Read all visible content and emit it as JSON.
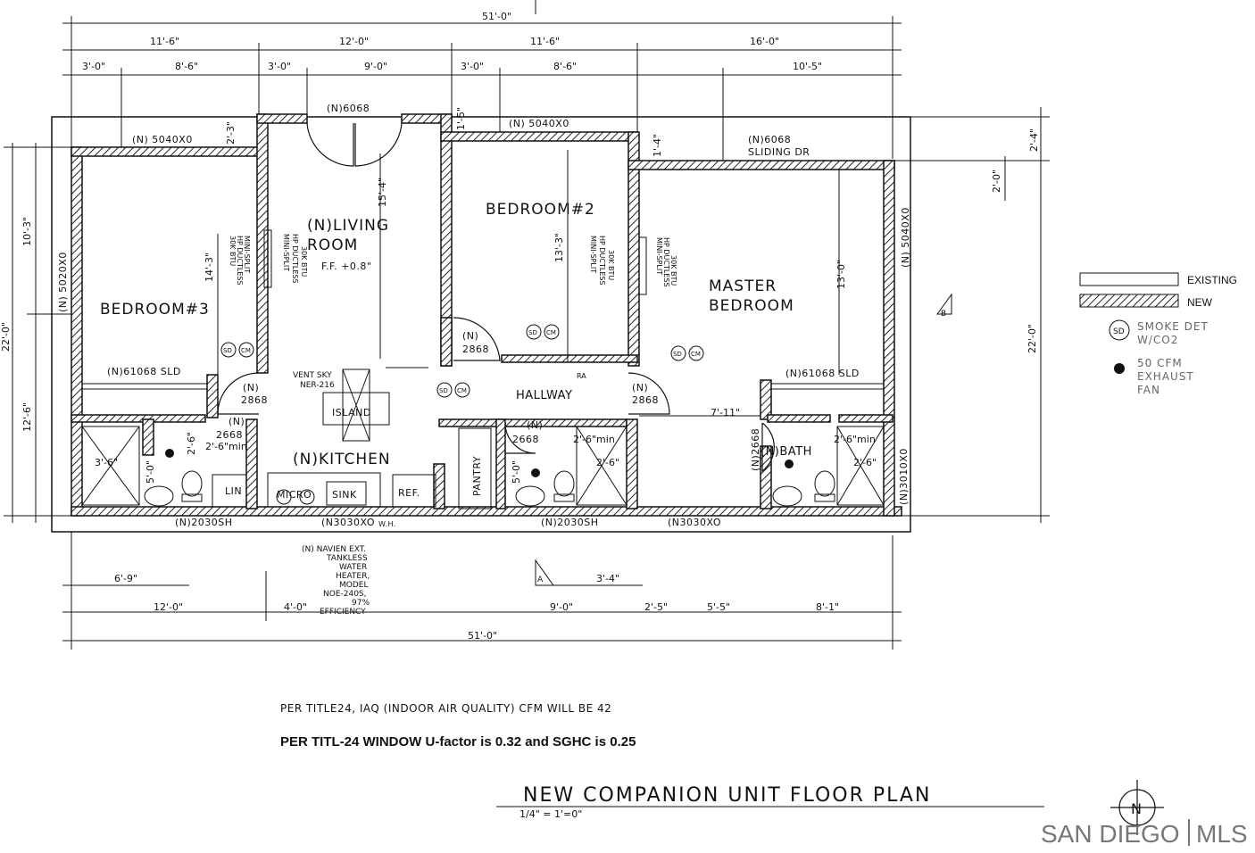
{
  "title": {
    "main": "NEW COMPANION UNIT FLOOR PLAN",
    "scale": "1/4\" = 1'=0\""
  },
  "notes": {
    "iaq": "PER TITLE24, IAQ (INDOOR AIR QUALITY) CFM WILL BE 42",
    "window": "PER TITL-24 WINDOW U-factor is 0.32 and SGHC is 0.25"
  },
  "legend": {
    "existing": "EXISTING",
    "new": "NEW",
    "smoke_symbol": "SD",
    "smoke_label_1": "SMOKE DET",
    "smoke_label_2": "W/CO2",
    "exhaust_1": "50 CFM",
    "exhaust_2": "EXHAUST",
    "exhaust_3": "FAN"
  },
  "rooms": {
    "bedroom3": "BEDROOM#3",
    "living_1": "(N)LIVING",
    "living_2": "ROOM",
    "living_ff": "F.F. +0.8\"",
    "bedroom2": "BEDROOM#2",
    "master_1": "MASTER",
    "master_2": "BEDROOM",
    "hallway": "HALLWAY",
    "kitchen": "(N)KITCHEN",
    "island": "ISLAND",
    "pantry": "PANTRY",
    "bath": "(N)BATH",
    "lin": "LIN",
    "micro": "MICRO",
    "sink": "SINK",
    "ref": "REF.",
    "vent_1": "VENT SKY",
    "vent_2": "NER-216"
  },
  "windows": {
    "w_5040_left": "(N) 5040X0",
    "w_6068_top": "(N)6068",
    "w_5040_mid": "(N) 5040X0",
    "w_6068_slide_1": "(N)6068",
    "w_6068_slide_2": "SLIDING DR",
    "w_5020_left": "(N) 5020X0",
    "w_5040_right": "(N) 5040X0",
    "w_61068_left": "(N)61068 SLD",
    "w_61068_right": "(N)61068 SLD",
    "w_2030_a": "(N)2030SH",
    "w_3030_a": "(N3030XO",
    "w_2030_b": "(N)2030SH",
    "w_3030_b": "(N3030XO",
    "w_3010": "(N)3010X0",
    "wh": "W.H."
  },
  "doors": {
    "d1": "(N)",
    "d1b": "2868",
    "d2": "(N)",
    "d2b": "2868",
    "d3": "(N)",
    "d3b": "2868",
    "d4": "(N)",
    "d4b": "2668",
    "d5": "(N)",
    "d5b": "2668",
    "d6": "(N)2668"
  },
  "minisplit": {
    "m1": "30K BTU",
    "m2": "HP DUCTLESS",
    "m3": "MINI-SPLIT",
    "ra": "RA"
  },
  "heater": {
    "l1": "(N) NAVIEN EXT.",
    "l2": "TANKLESS",
    "l3": "WATER",
    "l4": "HEATER,",
    "l5": "MODEL",
    "l6": "NOE-240S,",
    "l7": "97%",
    "l8": "EFFICIENCY"
  },
  "dims_top": {
    "overall": "51'-0\"",
    "a": "11'-6\"",
    "b": "12'-0\"",
    "c": "11'-6\"",
    "d": "16'-0\"",
    "e": "3'-0\"",
    "f": "8'-6\"",
    "g": "3'-0\"",
    "h": "9'-0\"",
    "i": "3'-0\"",
    "j": "8'-6\"",
    "k": "10'-5\""
  },
  "dims_bottom": {
    "a": "6'-9\"",
    "b": "3'-4\"",
    "c": "12'-0\"",
    "d": "4'-0\"",
    "e": "9'-0\"",
    "f": "2'-5\"",
    "g": "5'-5\"",
    "h": "8'-1\"",
    "overall": "51'-0\""
  },
  "dims_side": {
    "l1": "10'-3\"",
    "l2": "12'-6\"",
    "l3": "22'-0\"",
    "r1": "2'-4\"",
    "r2": "2'-0\"",
    "r3": "22'-0\""
  },
  "dims_interior": {
    "a": "2'-3\"",
    "b": "1'-5\"",
    "c": "1'-4\"",
    "d": "14'-3\"",
    "e": "15'-4\"",
    "f": "13'-3\"",
    "g": "13'-0\"",
    "h": "7'-11\"",
    "i": "3'-6\"",
    "j": "5'-0\"",
    "k": "2'-6\"",
    "l": "2'-6\"min",
    "m": "2'-6\"min",
    "n": "2'-6\"min",
    "o": "2'-6\"",
    "p": "2'-6\"",
    "q": "5'-0\""
  },
  "markers": {
    "north": "N",
    "section_a": "A",
    "section_b": "B",
    "sd": "SD",
    "cm": "CM"
  },
  "watermark": {
    "left": "SAN DIEGO",
    "right": "MLS"
  }
}
